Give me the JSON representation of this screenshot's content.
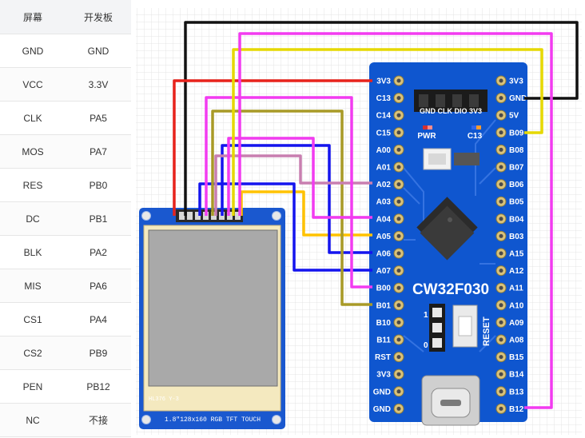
{
  "table": {
    "headers": [
      "屏幕",
      "开发板"
    ],
    "rows": [
      [
        "GND",
        "GND"
      ],
      [
        "VCC",
        "3.3V"
      ],
      [
        "CLK",
        "PA5"
      ],
      [
        "MOS",
        "PA7"
      ],
      [
        "RES",
        "PB0"
      ],
      [
        "DC",
        "PB1"
      ],
      [
        "BLK",
        "PA2"
      ],
      [
        "MIS",
        "PA6"
      ],
      [
        "CS1",
        "PA4"
      ],
      [
        "CS2",
        "PB9"
      ],
      [
        "PEN",
        "PB12"
      ],
      [
        "NC",
        "不接"
      ]
    ]
  },
  "board": {
    "name": "CW32F030",
    "reset_label": "RESET",
    "pwr_label": "PWR",
    "c13_label": "C13",
    "header_label": "GND CLK DIO 3V3",
    "jumper_labels": [
      "1",
      "0"
    ],
    "left_pins": [
      "3V3",
      "C13",
      "C14",
      "C15",
      "A00",
      "A01",
      "A02",
      "A03",
      "A04",
      "A05",
      "A06",
      "A07",
      "B00",
      "B01",
      "B10",
      "B11",
      "RST",
      "3V3",
      "GND",
      "GND"
    ],
    "right_pins": [
      "3V3",
      "GND",
      "5V",
      "B09",
      "B08",
      "B07",
      "B06",
      "B05",
      "B04",
      "B03",
      "A15",
      "A12",
      "A11",
      "A10",
      "A09",
      "A08",
      "B15",
      "B14",
      "B13",
      "B12"
    ]
  },
  "screen": {
    "caption": "1.8\"128x160 RGB TFT TOUCH",
    "model": "HL376 Y-3"
  },
  "colors": {
    "board": "#0f56cf",
    "red": "#e8231c",
    "black": "#111111",
    "magenta": "#f23bf0",
    "yellow": "#e6d800",
    "olive": "#a89a27",
    "pink": "#c87fb0",
    "blue": "#1414ee",
    "orange": "#ffc200"
  }
}
